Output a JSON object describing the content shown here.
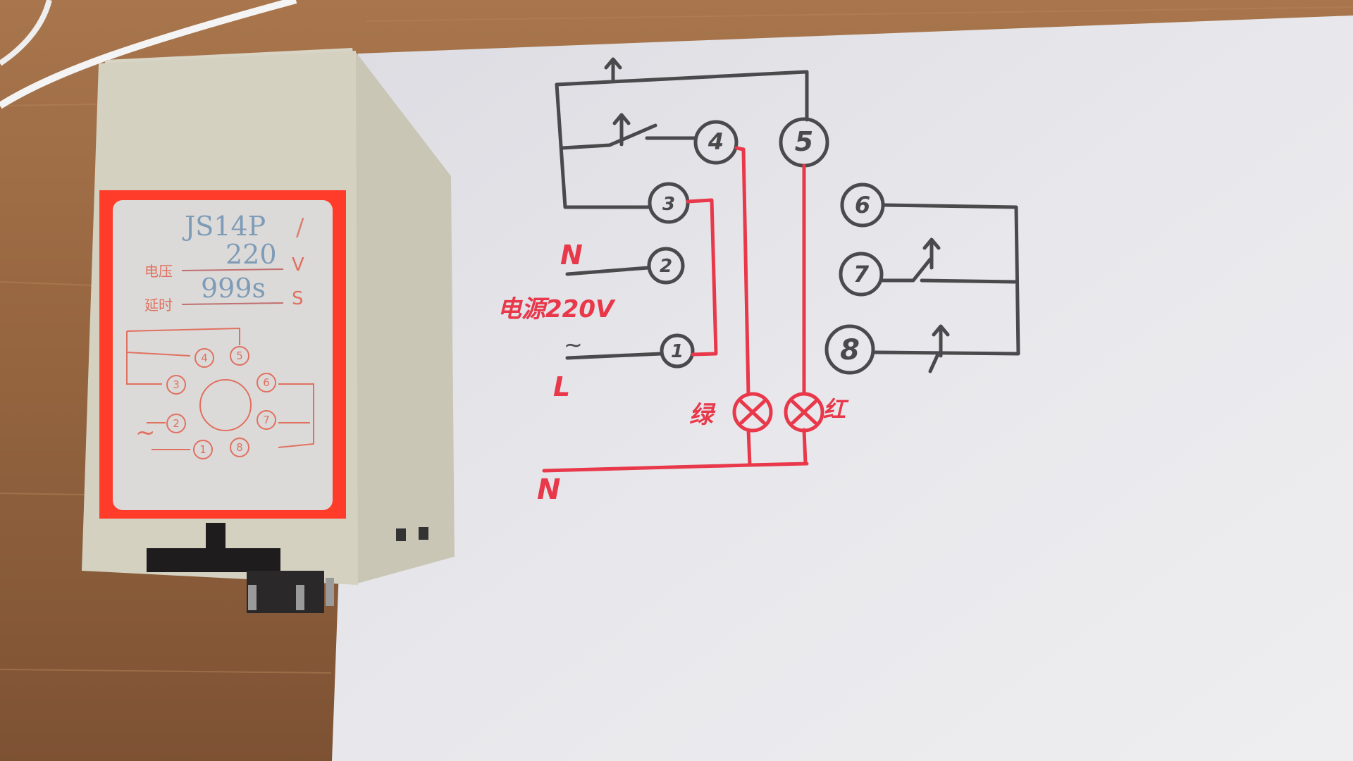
{
  "relay": {
    "model": "JS14P",
    "voltage_value": "220",
    "voltage_label": "电压",
    "voltage_unit": "V",
    "slash": "/",
    "delay_value": "999s",
    "delay_label": "延时",
    "delay_unit": "S",
    "pins": [
      "1",
      "2",
      "3",
      "4",
      "5",
      "6",
      "7",
      "8"
    ],
    "tilde": "~"
  },
  "diagram": {
    "terminals": [
      "1",
      "2",
      "3",
      "4",
      "5",
      "6",
      "7",
      "8"
    ],
    "label_n_top": "N",
    "label_power": "电源220V",
    "label_ac": "~",
    "label_l": "L",
    "label_n_bottom": "N",
    "lamp_green": "绿",
    "lamp_red": "红"
  },
  "colors": {
    "wire_black": "#4a4a4c",
    "wire_red": "#e8384a",
    "label_red": "#ff3b2a",
    "paper": "#e6e6ea",
    "wood": "#9a6a44"
  }
}
